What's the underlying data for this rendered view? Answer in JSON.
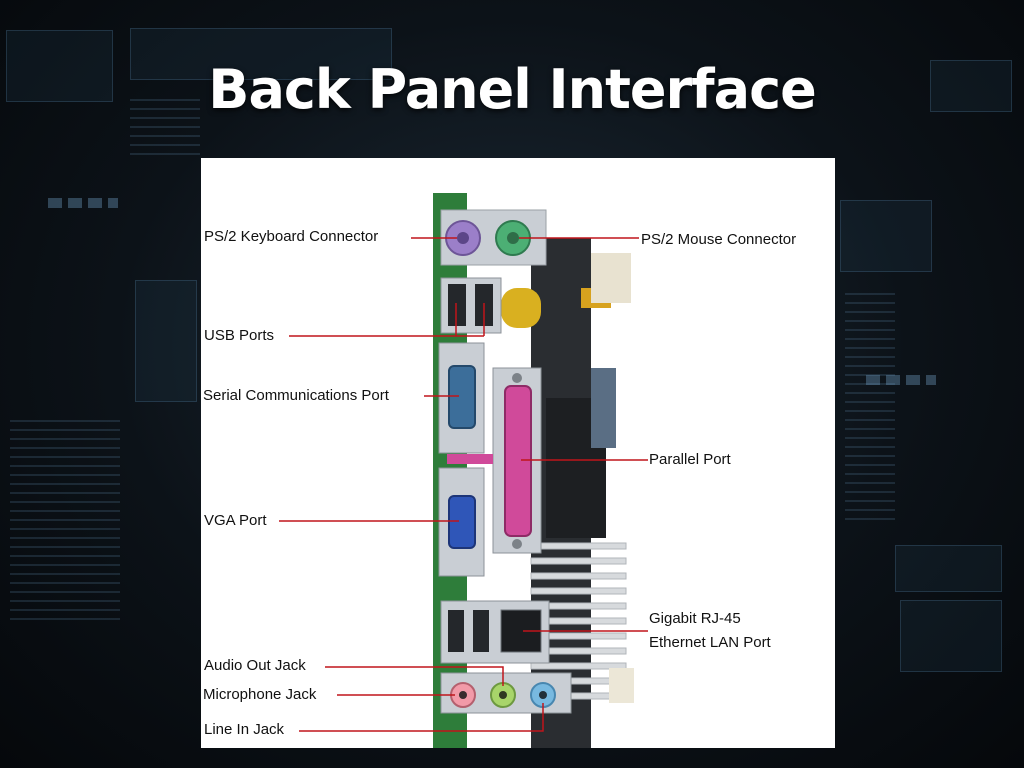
{
  "slide": {
    "title": "Back Panel Interface"
  },
  "diagram": {
    "labels": {
      "ps2_keyboard": "PS/2 Keyboard Connector",
      "ps2_mouse": "PS/2 Mouse Connector",
      "usb_ports": "USB Ports",
      "serial_port": "Serial Communications Port",
      "parallel_port": "Parallel Port",
      "vga_port": "VGA Port",
      "gigabit_line1": "Gigabit RJ-45",
      "gigabit_line2": "Ethernet LAN Port",
      "audio_out": "Audio Out Jack",
      "microphone": "Microphone Jack",
      "line_in": "Line In Jack"
    },
    "colors": {
      "leader_line": "#c0151b",
      "ps2_keyboard": "#9b7fc9",
      "ps2_mouse": "#4caf74",
      "serial": "#3c6e9a",
      "parallel": "#d04a9a",
      "vga": "#2f56b8",
      "audio_out": "#a8d56a",
      "microphone": "#f29aa8",
      "line_in": "#78b9e0",
      "metal": "#c9ced4",
      "pcb": "#2e7d3a"
    }
  }
}
